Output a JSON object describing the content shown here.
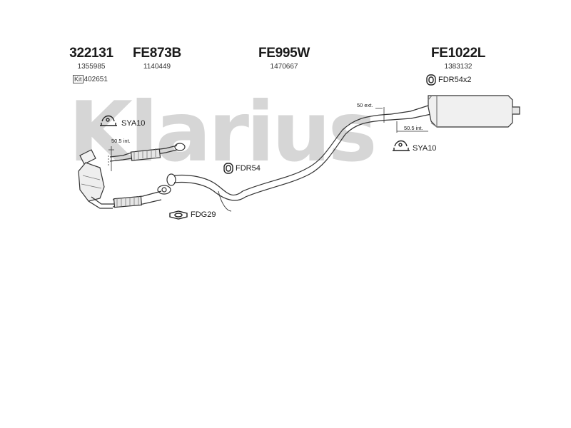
{
  "parts": [
    {
      "code": "322131",
      "oem": "1355985"
    },
    {
      "code": "FE873B",
      "oem": "1140449"
    },
    {
      "code": "FE995W",
      "oem": "1470667"
    },
    {
      "code": "FE1022L",
      "oem": "1383132"
    }
  ],
  "kit": {
    "label": "Kit",
    "value": "402651"
  },
  "accessories": [
    {
      "label": "SYA10",
      "icon": "rubber-hanger-icon"
    },
    {
      "label": "FDR54x2",
      "icon": "rubber-ring-icon"
    },
    {
      "label": "FDR54",
      "icon": "rubber-ring-icon"
    },
    {
      "label": "SYA10",
      "icon": "rubber-hanger-icon"
    },
    {
      "label": "FDG29",
      "icon": "gasket-icon"
    }
  ],
  "notes": [
    "50.5 int.",
    "50 ext.",
    "50.5 int."
  ],
  "watermark": "Klarius"
}
